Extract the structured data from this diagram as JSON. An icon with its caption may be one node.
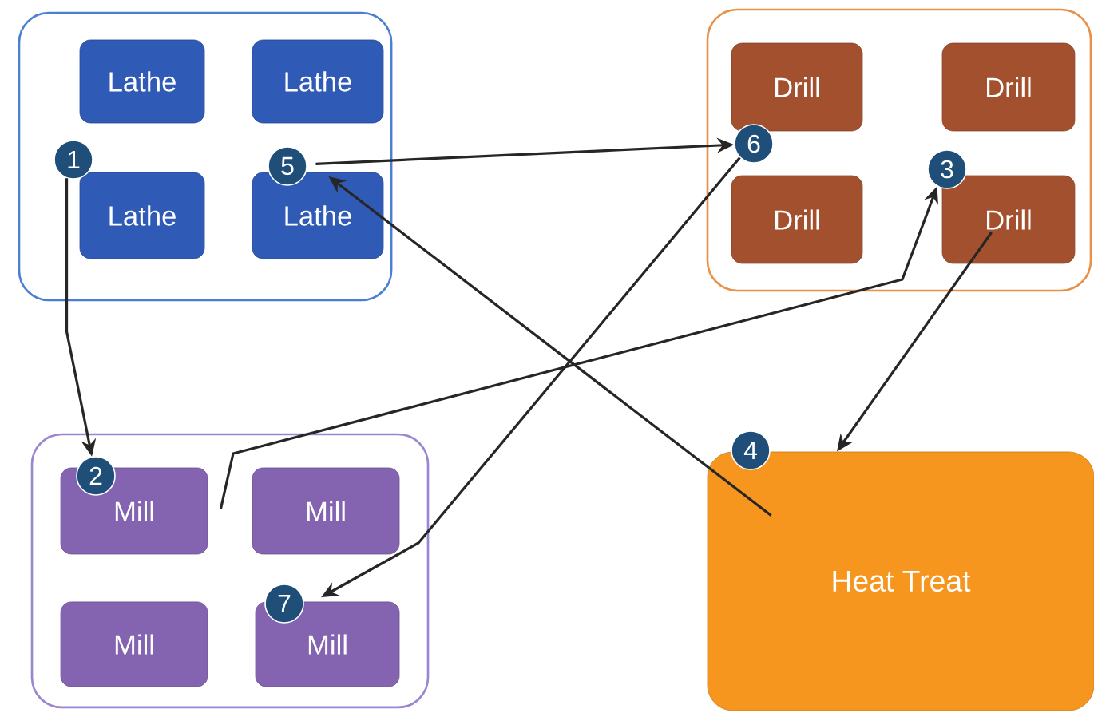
{
  "diagram": {
    "nodes": [
      {
        "text": [],
        "shape": "box"
      },
      {
        "text": [
          "Lathe"
        ],
        "in": 0
      },
      {
        "text": [
          "Lathe"
        ],
        "in": 0
      },
      {
        "text": [
          "Lathe"
        ],
        "in": 0
      },
      {
        "text": [
          "Lathe"
        ],
        "in": 0
      },
      {
        "text": [
          "1"
        ],
        "in": 0
      },
      {
        "text": [
          "5"
        ],
        "in": 0
      },
      {
        "text": [],
        "shape": "box"
      },
      {
        "text": [
          "Drill"
        ],
        "in": 7
      },
      {
        "text": [
          "Drill"
        ],
        "in": 7
      },
      {
        "text": [
          "Drill"
        ],
        "in": 7
      },
      {
        "text": [
          "Drill"
        ],
        "in": 7
      },
      {
        "text": [
          "6"
        ],
        "in": 7
      },
      {
        "text": [
          "3"
        ],
        "in": 7
      },
      {
        "text": [],
        "shape": "box"
      },
      {
        "text": [
          "Mill"
        ],
        "in": 14
      },
      {
        "text": [
          "Mill"
        ],
        "in": 14
      },
      {
        "text": [
          "Mill"
        ],
        "in": 14
      },
      {
        "text": [
          "Mill"
        ],
        "in": 14
      },
      {
        "text": [
          "2"
        ],
        "in": 14
      },
      {
        "text": [
          "7"
        ],
        "in": 14
      },
      {
        "text": [
          "Heat Treat"
        ]
      },
      {
        "text": [
          "4"
        ]
      }
    ],
    "edges": [
      {
        "from": 5,
        "to": 19,
        "arrow": "to"
      },
      {
        "from": 15,
        "to": 13,
        "arrow": "to"
      },
      {
        "from": 11,
        "to": 21,
        "arrow": "to"
      },
      {
        "from": 21,
        "to": 4,
        "arrow": "to"
      },
      {
        "from": 6,
        "to": 12,
        "arrow": "to"
      },
      {
        "from": 12,
        "to": 18,
        "arrow": "to"
      }
    ]
  }
}
